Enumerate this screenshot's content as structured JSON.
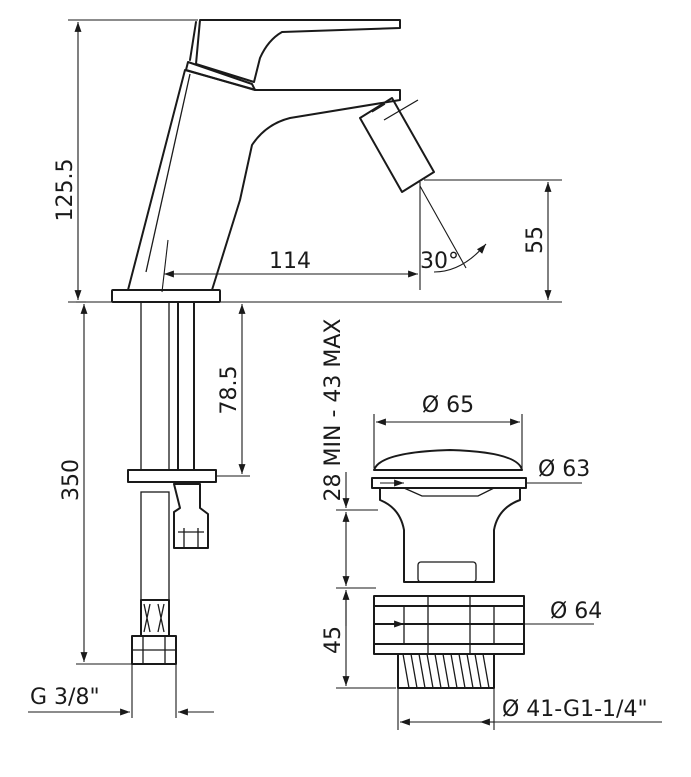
{
  "drawing": {
    "dim_overall_height": "125.5",
    "dim_spout_reach": "114",
    "dim_angle": "30°",
    "dim_spout_height": "55",
    "dim_shank_length": "78.5",
    "dim_hose_length": "350",
    "dim_hose_thread": "G  3/8\"",
    "dim_clearance": "28 MIN - 43 MAX",
    "dim_cap_diameter": "Ø 65",
    "dim_flange_diameter": "Ø 63",
    "dim_nut_diameter": "Ø 64",
    "dim_waste_height": "45",
    "dim_waste_thread": "Ø 41-G1-1/4\""
  }
}
